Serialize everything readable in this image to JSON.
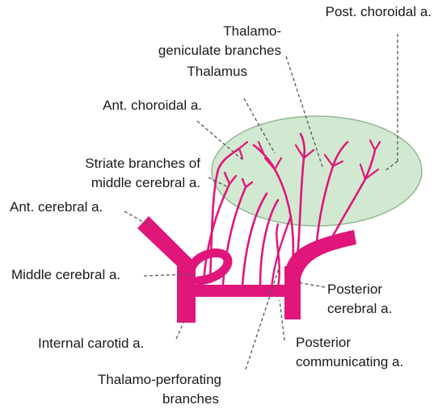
{
  "colors": {
    "artery": "#e0167a",
    "thalamus_fill": "#cfe8cf",
    "thalamus_stroke": "#8fb58f",
    "label_text": "#1a1a1a",
    "leader_line": "#555555"
  },
  "labels": {
    "post_choroidal": "Post. choroidal a.",
    "thalamogeniculate_line1": "Thalamo-",
    "thalamogeniculate_line2": "geniculate branches",
    "thalamus": "Thalamus",
    "ant_choroidal": "Ant. choroidal a.",
    "striate_line1": "Striate branches of",
    "striate_line2": "middle cerebral a.",
    "ant_cerebral": "Ant. cerebral a.",
    "middle_cerebral": "Middle cerebral a.",
    "posterior_cerebral_line1": "Posterior",
    "posterior_cerebral_line2": "cerebral a.",
    "internal_carotid": "Internal carotid a.",
    "posterior_communicating_line1": "Posterior",
    "posterior_communicating_line2": "communicating a.",
    "thalamoperforating_line1": "Thalamo-perforating",
    "thalamoperforating_line2": "branches"
  }
}
